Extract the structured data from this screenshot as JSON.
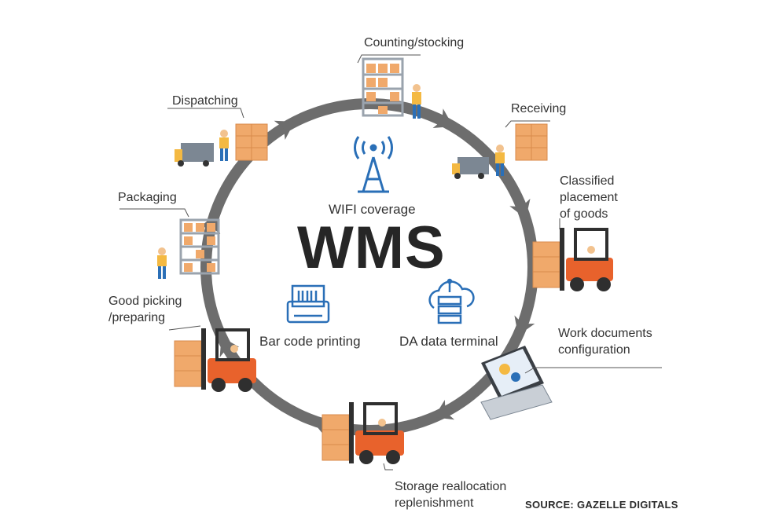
{
  "title": "WMS",
  "source": "SOURCE: GAZELLE DIGITALS",
  "center_items": {
    "wifi": "WIFI coverage",
    "barcode": "Bar code printing",
    "terminal": "DA data terminal"
  },
  "steps": {
    "counting": "Counting/stocking",
    "receiving": "Receiving",
    "classified": [
      "Classified",
      "placement",
      "of goods"
    ],
    "work_docs": [
      "Work documents",
      "configuration"
    ],
    "storage": [
      "Storage reallocation",
      "replenishment"
    ],
    "picking": [
      "Good picking",
      "/preparing"
    ],
    "packaging": "Packaging",
    "dispatching": "Dispatching"
  },
  "colors": {
    "ring": "#6d6d6d",
    "box": "#f0a96b",
    "box_dark": "#d98a4b",
    "rack": "#9aa3ad",
    "forklift": "#e8622c",
    "forklift_dark": "#2f2f2f",
    "icon_blue": "#2a6fb7",
    "truck": "#7c8793"
  }
}
